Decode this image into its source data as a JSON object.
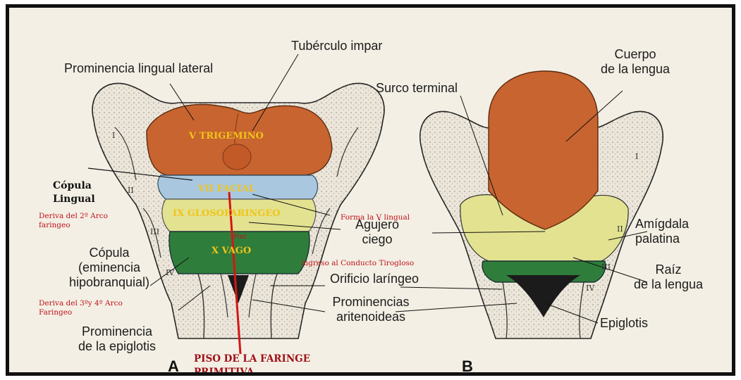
{
  "labels": {
    "prominencia_lingual_lateral": "Prominencia lingual lateral",
    "tuberculo_impar": "Tubérculo impar",
    "surco_terminal": "Surco terminal",
    "cuerpo_line1": "Cuerpo",
    "cuerpo_line2": "de la lengua",
    "agujero_line1": "Agujero",
    "agujero_line2": "ciego",
    "amigdala_line1": "Amígdala",
    "amigdala_line2": "palatina",
    "copula_line1": "Cópula",
    "copula_line2": "(eminencia",
    "copula_line3": "hipobranquial)",
    "orificio_laringeo": "Orificio laríngeo",
    "raiz_line1": "Raíz",
    "raiz_line2": "de la lengua",
    "prominencias_line1": "Prominencias",
    "prominencias_line2": "aritenoideas",
    "epiglotis": "Epiglotis",
    "prom_epiglotis_line1": "Prominencia",
    "prom_epiglotis_line2": "de la epiglotis",
    "panel_a": "A",
    "panel_b": "B"
  },
  "annotations": {
    "trigemino": "V TRIGEMINO",
    "facial": "VII FACIAL",
    "glosofaringeo": "IX GLOSOFARINGEO",
    "vago": "X VAGO",
    "copula_lingual_line1": "Cópula",
    "copula_lingual_line2": "Lingual",
    "deriva_2_line1": "Deriva del 2º Arco",
    "deriva_2_line2": "faringeo",
    "forma_v": "Forma la V lingual",
    "ingreso": "ingreso al Conducto Tirogloso",
    "deriva_34_line1": "Deriva del 3ºy 4º Arco",
    "deriva_34_line2": "Faringeo",
    "piso_line1": "PISO DE LA FARINGE",
    "piso_line2": "PRIMITIVA",
    "small_red": "Pint"
  },
  "arch_numerals": [
    "I",
    "II",
    "III",
    "IV",
    "I",
    "II",
    "III",
    "IV"
  ],
  "colors": {
    "tongue_body": "#c8642f",
    "copula_blue": "#a9c7df",
    "glosso_yellow": "#e3e291",
    "vago_green": "#2f7d3a",
    "annotation_red": "#c0121c",
    "annotation_yellow": "#f0c419"
  }
}
